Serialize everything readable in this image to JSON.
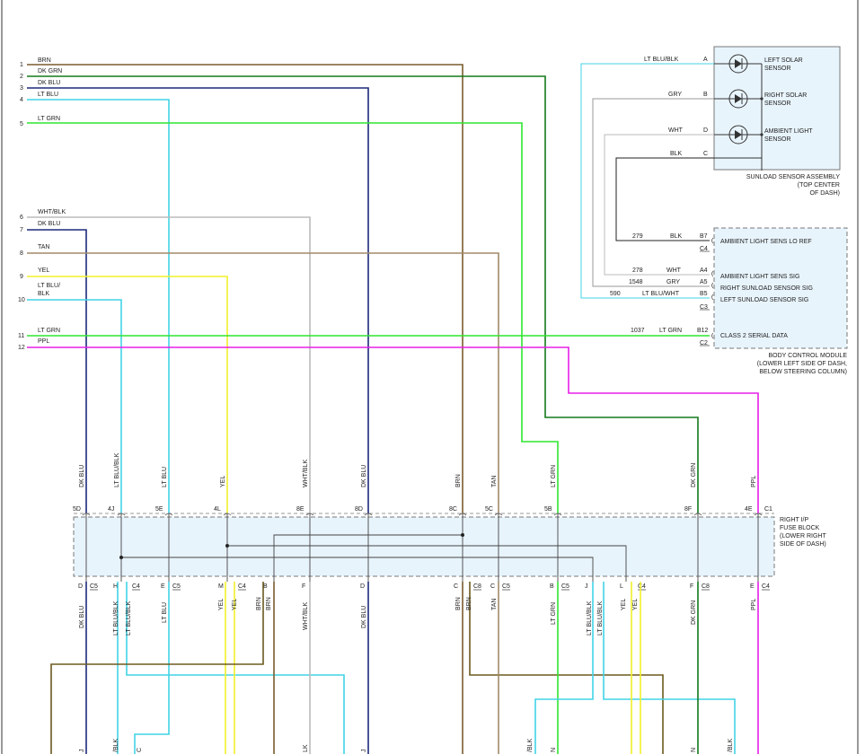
{
  "colors": {
    "BRN": "#7a5c2e",
    "DK_GRN": "#137a1b",
    "DK_BLU": "#1c2a7a",
    "LT_BLU": "#41d3e6",
    "LT_GRN": "#2ee62e",
    "WHT": "#bbbbbb",
    "TAN": "#a08a6a",
    "YEL": "#f0f02a",
    "PPL": "#e81ee8",
    "BLK": "#222222",
    "GRY": "#999999",
    "OLIVE": "#6b5a1e",
    "box_fill": "#e8f4fc",
    "box_stroke": "#777777"
  },
  "left_wires": [
    {
      "num": "1",
      "label": "BRN"
    },
    {
      "num": "2",
      "label": "DK GRN"
    },
    {
      "num": "3",
      "label": "DK BLU"
    },
    {
      "num": "4",
      "label": "LT BLU"
    },
    {
      "num": "5",
      "label": "LT GRN"
    },
    {
      "num": "6",
      "label": "WHT/BLK"
    },
    {
      "num": "7",
      "label": "DK BLU"
    },
    {
      "num": "8",
      "label": "TAN"
    },
    {
      "num": "9",
      "label": "YEL"
    },
    {
      "num": "10",
      "label": "LT BLU/",
      "label2": "BLK"
    },
    {
      "num": "11",
      "label": "LT GRN"
    },
    {
      "num": "12",
      "label": "PPL"
    }
  ],
  "sunload": {
    "sensors": [
      {
        "pin": "A",
        "wire": "LT BLU/BLK",
        "name1": "LEFT SOLAR",
        "name2": "SENSOR"
      },
      {
        "pin": "B",
        "wire": "GRY",
        "name1": "RIGHT SOLAR",
        "name2": "SENSOR"
      },
      {
        "pin": "D",
        "wire": "WHT",
        "name1": "AMBIENT LIGHT",
        "name2": "SENSOR"
      },
      {
        "pin": "C",
        "wire": "BLK",
        "name1": "",
        "name2": ""
      }
    ],
    "caption": [
      "SUNLOAD SENSOR ASSEMBLY",
      "(TOP CENTER",
      "OF DASH)"
    ]
  },
  "bcm": {
    "pins": [
      {
        "circuit": "279",
        "wire": "BLK",
        "pin": "B7",
        "conn": "C4",
        "name": "AMBIENT LIGHT SENS LO REF"
      },
      {
        "circuit": "278",
        "wire": "WHT",
        "pin": "A4",
        "conn": "",
        "name": "AMBIENT LIGHT SENS SIG"
      },
      {
        "circuit": "1548",
        "wire": "GRY",
        "pin": "A5",
        "conn": "",
        "name": "RIGHT SUNLOAD SENSOR SIG"
      },
      {
        "circuit": "590",
        "wire": "LT BLU/WHT",
        "pin": "B5",
        "conn": "C3",
        "name": "LEFT SUNLOAD SENSOR SIG"
      },
      {
        "circuit": "1037",
        "wire": "LT GRN",
        "pin": "B12",
        "conn": "C2",
        "name": "CLASS 2 SERIAL DATA"
      }
    ],
    "caption": [
      "BODY CONTROL MODULE",
      "(LOWER LEFT SIDE OF DASH,",
      "BELOW STEERING COLUMN)"
    ]
  },
  "fuse_block": {
    "caption": [
      "RIGHT I/P",
      "FUSE BLOCK",
      "(LOWER RIGHT",
      "SIDE OF DASH)"
    ],
    "top_pins": [
      "5D",
      "4J",
      "5E",
      "4L",
      "8E",
      "8D",
      "8C",
      "5C",
      "5B",
      "8F",
      "4E"
    ],
    "top_conn": "C1",
    "top_wire_labels": [
      "DK BLU",
      "LT BLU/BLK",
      "LT BLU",
      "YEL",
      "WHT/BLK",
      "DK BLU",
      "BRN",
      "TAN",
      "LT GRN",
      "DK GRN",
      "PPL"
    ],
    "bottom_pins": [
      {
        "pin": "D",
        "conn": "C5"
      },
      {
        "pin": "H",
        "conn": "C4"
      },
      {
        "pin": "E",
        "conn": "C5"
      },
      {
        "pin": "M",
        "conn": "C4"
      },
      {
        "pin": "B",
        "conn": ""
      },
      {
        "pin": "F",
        "conn": ""
      },
      {
        "pin": "D",
        "conn": ""
      },
      {
        "pin": "C",
        "conn": "C8"
      },
      {
        "pin": "C",
        "conn": "C5"
      },
      {
        "pin": "B",
        "conn": "C5"
      },
      {
        "pin": "J",
        "conn": ""
      },
      {
        "pin": "L",
        "conn": "C4"
      },
      {
        "pin": "F",
        "conn": "C8"
      },
      {
        "pin": "E",
        "conn": "C4"
      }
    ],
    "bottom_wire_labels": [
      "DK BLU",
      "LT BLU/BLK",
      "LT BLU/BLK",
      "LT BLU",
      "YEL",
      "YEL",
      "BRN",
      "BRN",
      "WHT/BLK",
      "DK BLU",
      "BRN",
      "BRN",
      "TAN",
      "LT GRN",
      "LT BLU/BLK",
      "LT BLU/BLK",
      "YEL",
      "YEL",
      "DK GRN",
      "PPL"
    ],
    "cut_labels": [
      "J",
      "/BLK",
      "C",
      "LK",
      "J",
      "/BLK",
      "N",
      "N",
      "/BLK"
    ]
  }
}
